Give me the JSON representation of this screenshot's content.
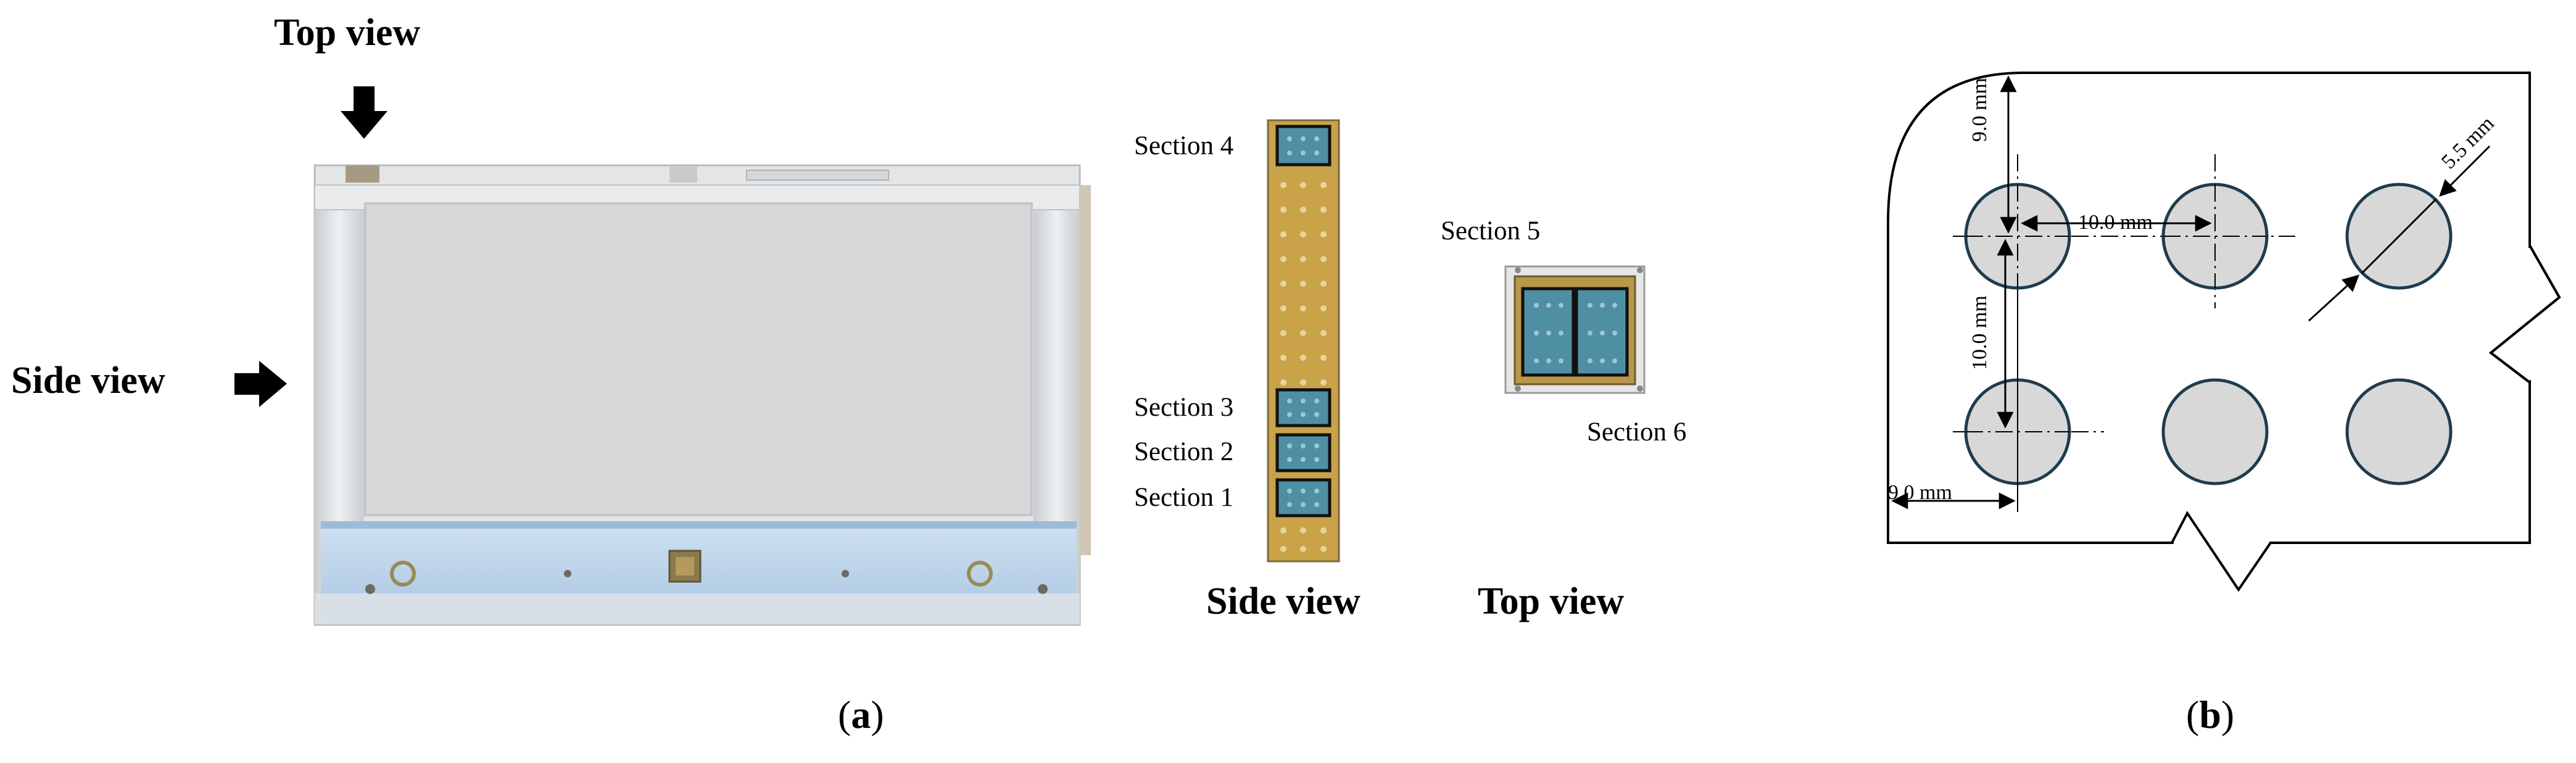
{
  "panel_a": {
    "top_view_label": "Top view",
    "side_view_label": "Side view",
    "sections": {
      "s4": "Section 4",
      "s3": "Section 3",
      "s2": "Section 2",
      "s1": "Section 1",
      "s5": "Section 5",
      "s6": "Section 6"
    },
    "side_view_caption": "Side view",
    "top_view_caption": "Top view",
    "caption": {
      "open": "(",
      "letter": "a",
      "close": ")"
    }
  },
  "panel_b": {
    "dim_top_spacing": "10.0 mm",
    "dim_left_height": "9.0 mm",
    "dim_vertical_spacing": "10.0 mm",
    "dim_left_offset": "9.0 mm",
    "dim_diameter": "5.5 mm",
    "caption": {
      "open": "(",
      "letter": "b",
      "close": ")"
    }
  },
  "colors": {
    "tank_gray": "#dcdcdc",
    "water_blue": "#bcd4ec",
    "gold": "#c9a24a",
    "electrode_teal": "#4f8fa3",
    "hole_fill": "#d8d8d8",
    "hole_stroke": "#1f3c4e"
  },
  "icons": [
    "arrow-down-icon",
    "arrow-right-icon"
  ]
}
